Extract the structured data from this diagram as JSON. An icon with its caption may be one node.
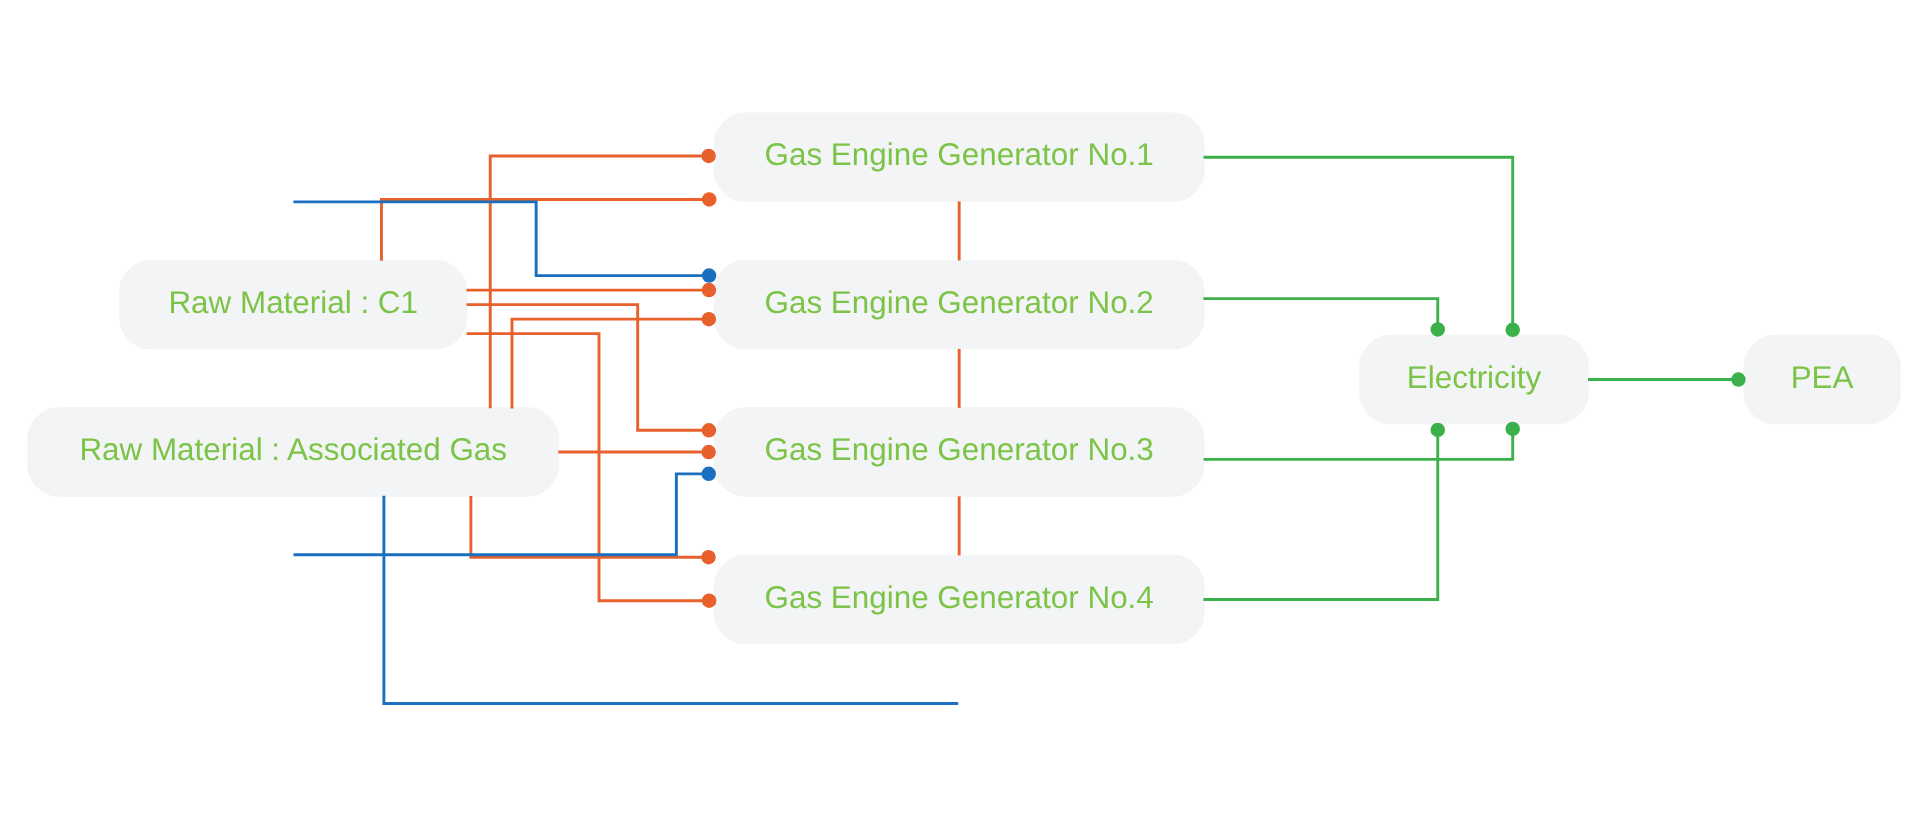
{
  "diagram": {
    "nodes": [
      {
        "text": [
          "Raw Material : C1"
        ]
      },
      {
        "text": [
          "Raw Material : Associated Gas"
        ]
      },
      {
        "text": [
          "Gas Engine Generator No.1"
        ]
      },
      {
        "text": [
          "Gas Engine Generator No.2"
        ]
      },
      {
        "text": [
          "Gas Engine Generator No.3"
        ]
      },
      {
        "text": [
          "Gas Engine Generator No.4"
        ]
      },
      {
        "text": [
          "Electricity"
        ]
      },
      {
        "text": [
          "PEA"
        ]
      }
    ],
    "edges": [
      {
        "from": 0,
        "to": 2,
        "arrow": "other"
      },
      {
        "from": 0,
        "to": 3,
        "arrow": "other"
      },
      {
        "from": 0,
        "to": 4,
        "arrow": "other"
      },
      {
        "from": 0,
        "to": 5,
        "arrow": "other"
      },
      {
        "from": 1,
        "to": 2,
        "arrow": "other"
      },
      {
        "from": 1,
        "to": 3,
        "arrow": "other"
      },
      {
        "from": 1,
        "to": 4,
        "arrow": "other"
      },
      {
        "from": 1,
        "to": 5,
        "arrow": "other"
      },
      {
        "from": null,
        "to": 3,
        "arrow": "other",
        "color": "#1a6fc0"
      },
      {
        "from": null,
        "to": 4,
        "arrow": "other",
        "color": "#1a6fc0"
      },
      {
        "from": 1,
        "to": null,
        "arrow": "none",
        "color": "#1a6fc0"
      },
      {
        "from": 2,
        "to": 3,
        "arrow": "none"
      },
      {
        "from": 3,
        "to": 4,
        "arrow": "none"
      },
      {
        "from": 4,
        "to": 5,
        "arrow": "none"
      },
      {
        "from": 2,
        "to": 6,
        "arrow": "other",
        "color": "#3cb04a"
      },
      {
        "from": 3,
        "to": 6,
        "arrow": "other",
        "color": "#3cb04a"
      },
      {
        "from": 4,
        "to": 6,
        "arrow": "other",
        "color": "#3cb04a"
      },
      {
        "from": 5,
        "to": 6,
        "arrow": "other",
        "color": "#3cb04a"
      },
      {
        "from": 6,
        "to": 7,
        "arrow": "other",
        "color": "#3cb04a"
      }
    ]
  }
}
